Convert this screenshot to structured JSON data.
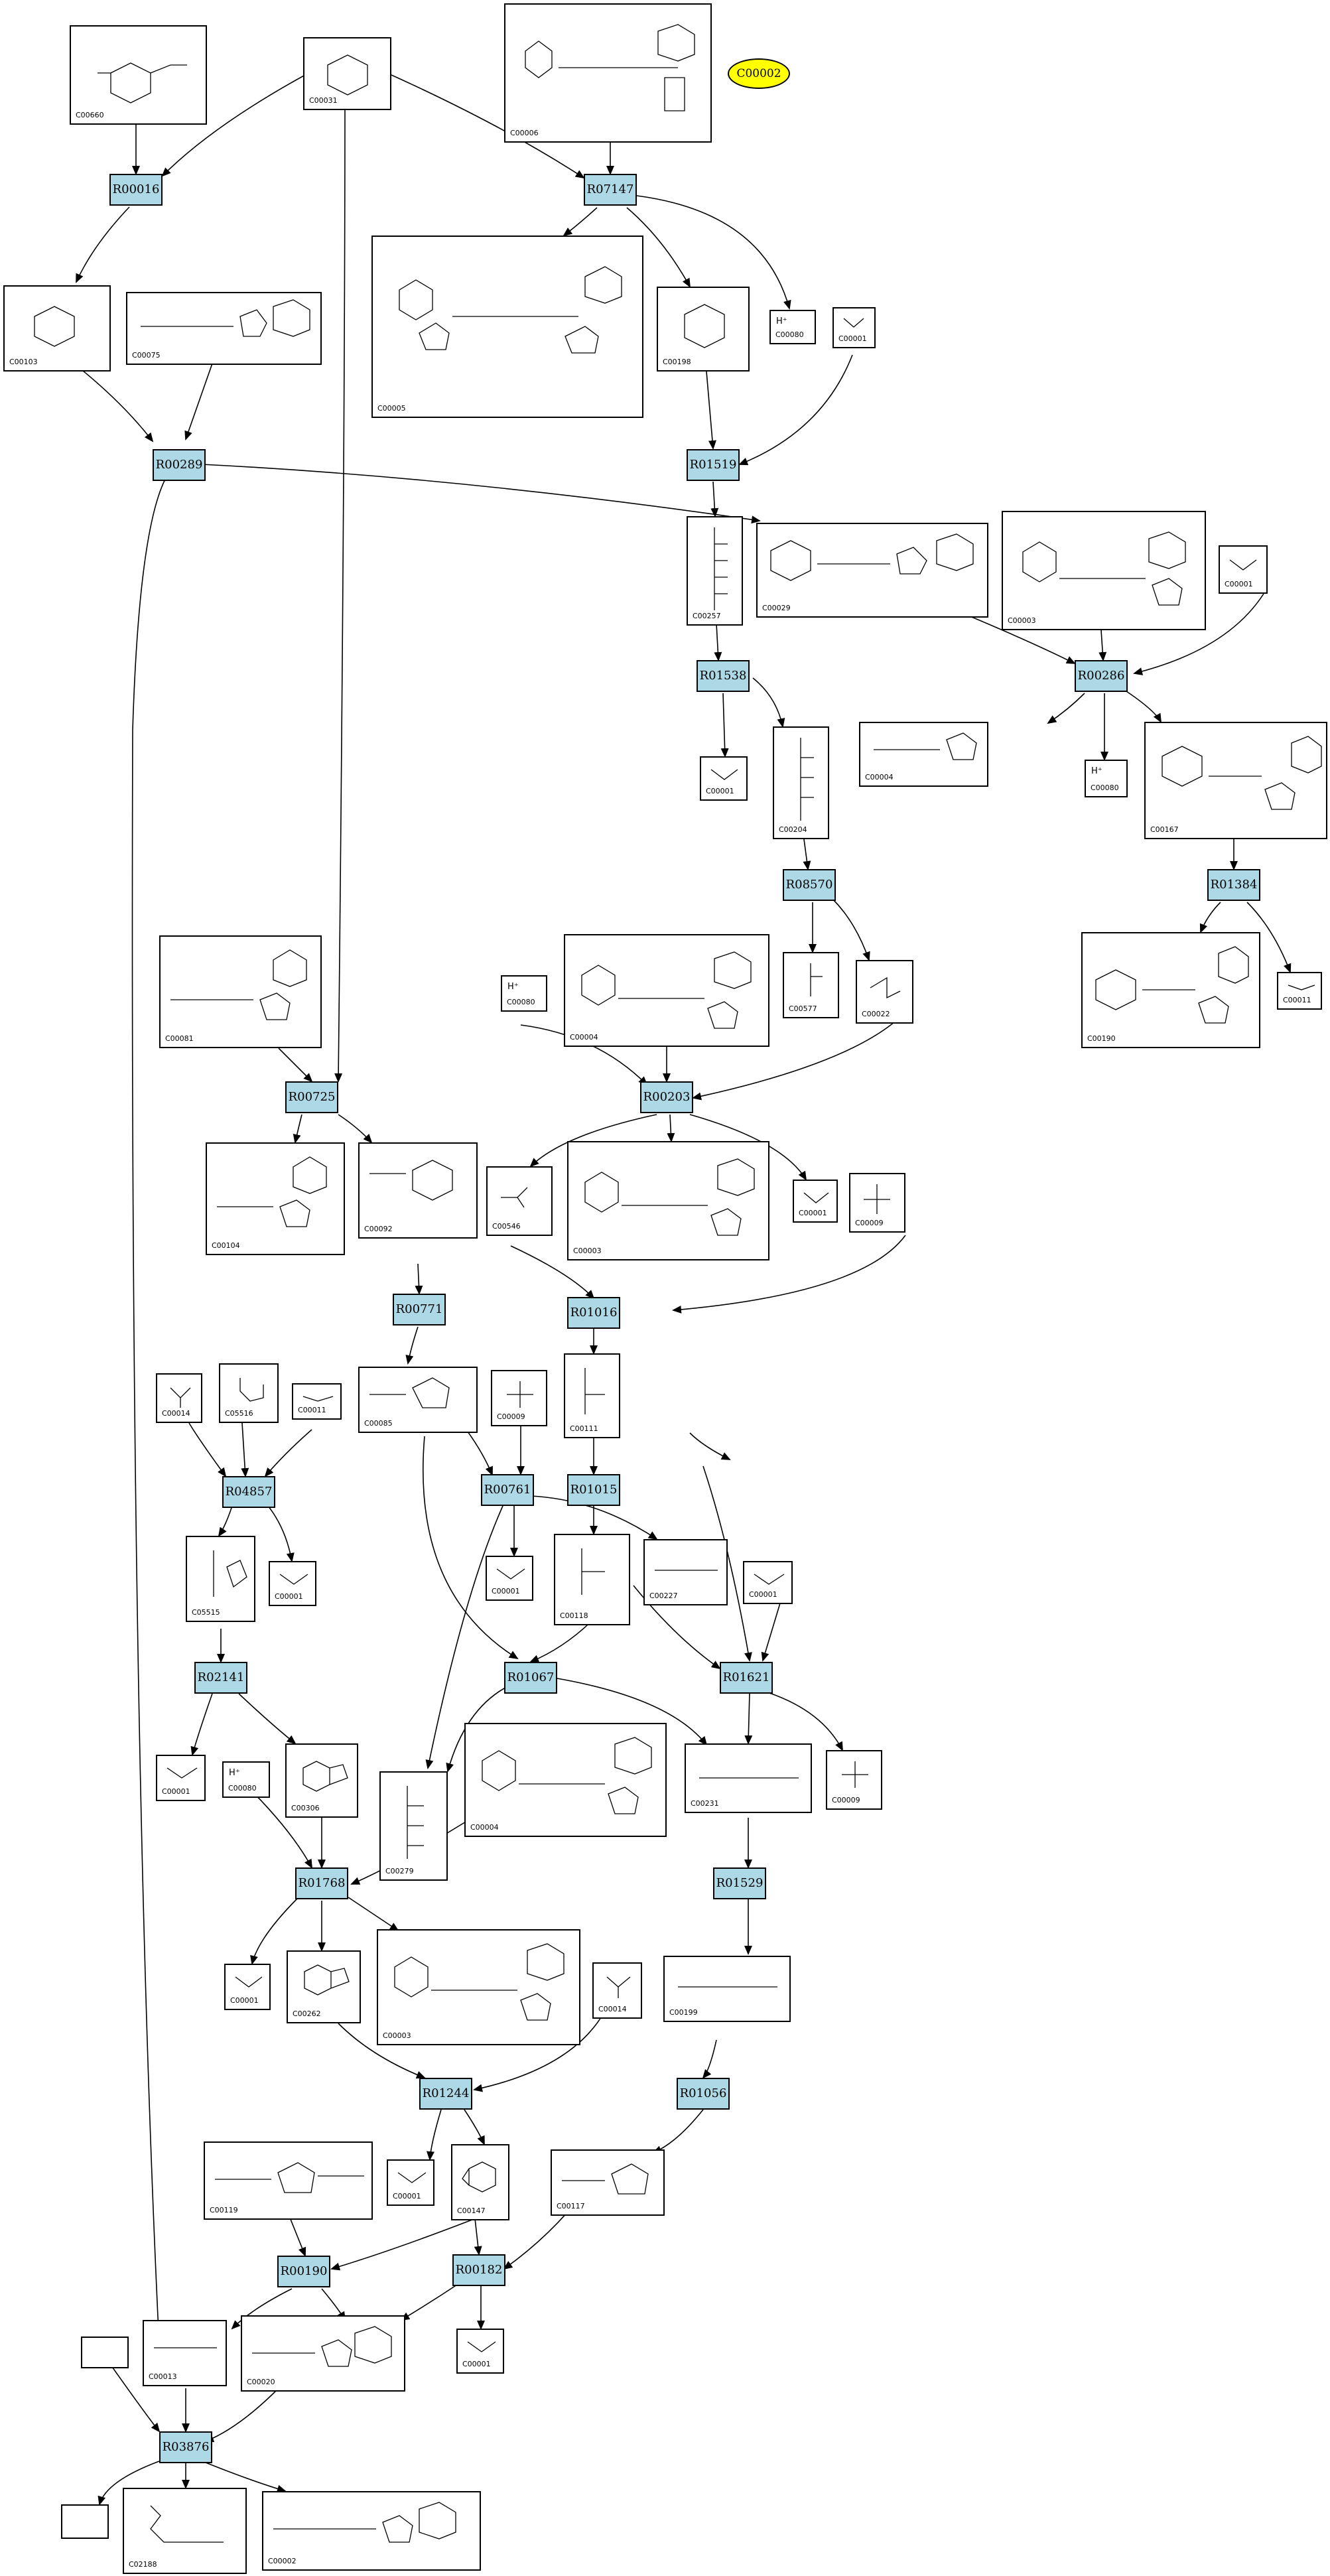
{
  "highlight": {
    "label": "C00002",
    "color": "#ffff00"
  },
  "reaction_color": "#add8e6",
  "reactions": [
    "R00016",
    "R07147",
    "R00289",
    "R01519",
    "R01538",
    "R00286",
    "R08570",
    "R01384",
    "R00725",
    "R00203",
    "R00771",
    "R01016",
    "R04857",
    "R00761",
    "R01015",
    "R02141",
    "R01067",
    "R01621",
    "R01768",
    "R01529",
    "R01244",
    "R01056",
    "R00190",
    "R00182",
    "R03876"
  ],
  "compounds": {
    "C00660": "C00660",
    "C00031": "C00031",
    "C00006": "C00006",
    "C00103": "C00103",
    "C00075": "C00075",
    "C00005": "C00005",
    "C00198": "C00198",
    "C00080": "C00080",
    "C00001": "C00001",
    "C00257": "C00257",
    "C00029": "C00029",
    "C00003": "C00003",
    "C00204": "C00204",
    "C00004": "C00004",
    "C00167": "C00167",
    "C00577": "C00577",
    "C00022": "C00022",
    "C00190": "C00190",
    "C00011": "C00011",
    "C00081": "C00081",
    "C00104": "C00104",
    "C00092": "C00092",
    "C00546": "C00546",
    "C00009": "C00009",
    "C00014": "C00014",
    "C05516": "C05516",
    "C00085": "C00085",
    "C00111": "C00111",
    "C05515": "C05515",
    "C00118": "C00118",
    "C00227": "C00227",
    "C00279": "C00279",
    "C00231": "C00231",
    "C00306": "C00306",
    "C00199": "C00199",
    "C00262": "C00262",
    "C00119": "C00119",
    "C00147": "C00147",
    "C00117": "C00117",
    "C00013": "C00013",
    "C00020": "C00020",
    "C02188": "C02188",
    "C00002": "C00002"
  },
  "formulas": {
    "proton": "H⁺"
  }
}
